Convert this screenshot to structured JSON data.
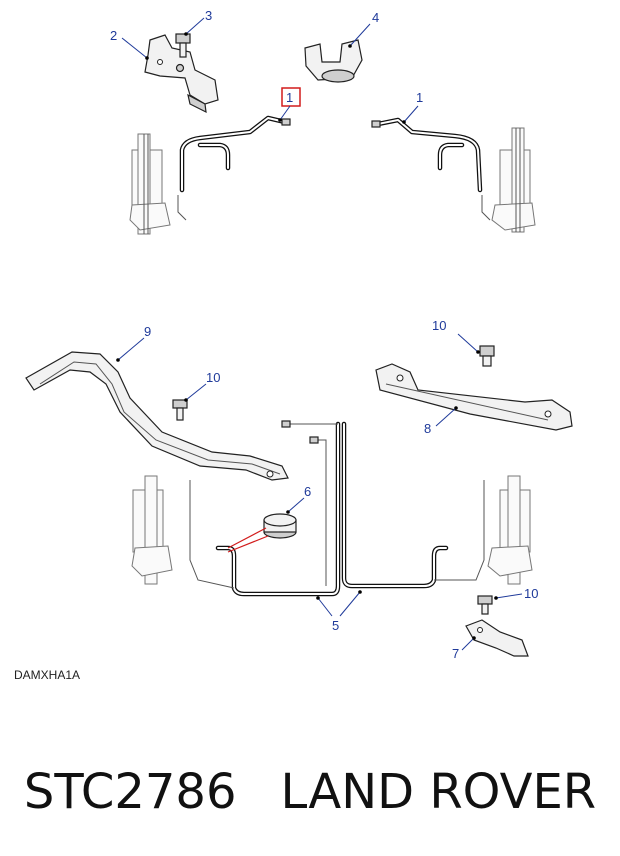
{
  "diagram": {
    "reference_code": "DAMXHA1A",
    "callouts": [
      {
        "id": "c1-highlight",
        "label": "1"
      },
      {
        "id": "c1-right",
        "label": "1"
      },
      {
        "id": "c2",
        "label": "2"
      },
      {
        "id": "c3",
        "label": "3"
      },
      {
        "id": "c4",
        "label": "4"
      },
      {
        "id": "c5",
        "label": "5"
      },
      {
        "id": "c6",
        "label": "6"
      },
      {
        "id": "c7",
        "label": "7"
      },
      {
        "id": "c8",
        "label": "8"
      },
      {
        "id": "c9",
        "label": "9"
      },
      {
        "id": "c10-top",
        "label": "10"
      },
      {
        "id": "c10-mid",
        "label": "10"
      },
      {
        "id": "c10-bottom",
        "label": "10"
      }
    ],
    "highlighted_callout": "1",
    "colors": {
      "callout": "#1f3a9a",
      "highlight": "#d21c1c",
      "line": "#111111"
    }
  },
  "footer": {
    "part_number": "STC2786",
    "brand": "LAND ROVER"
  }
}
